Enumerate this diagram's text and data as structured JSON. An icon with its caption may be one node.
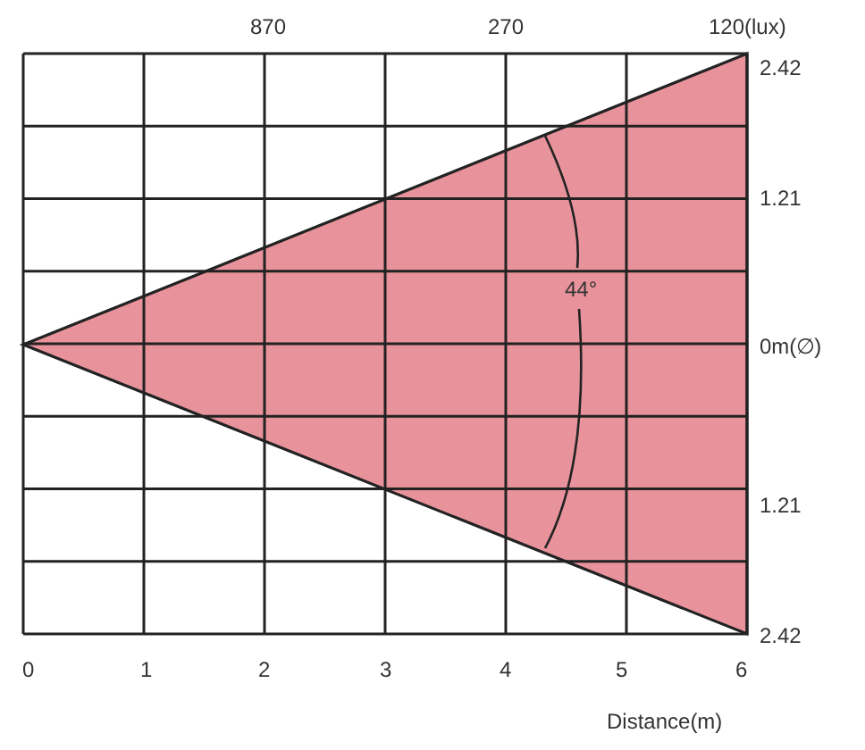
{
  "diagram": {
    "labels": [
      "870",
      "270",
      "120(lux)",
      "2.42",
      "1.21",
      "44°",
      "0m(∅)",
      "1.21",
      "2.42",
      "0",
      "1",
      "2",
      "3",
      "4",
      "5",
      "6",
      "Distance(m)"
    ]
  }
}
